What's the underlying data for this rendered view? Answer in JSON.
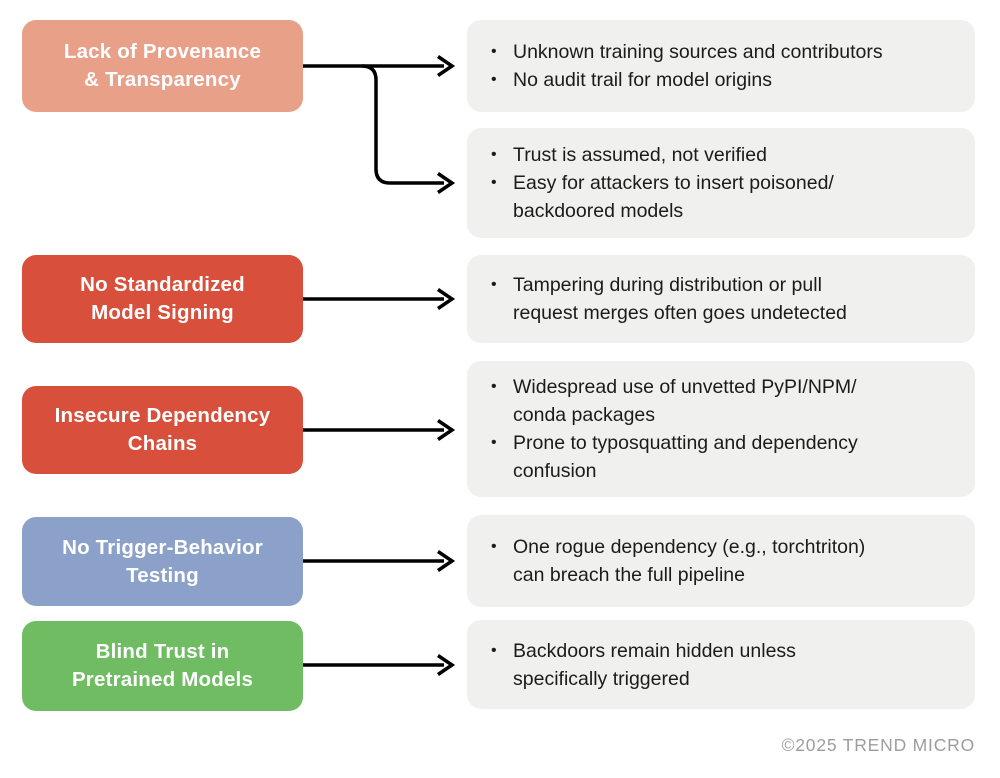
{
  "colors": {
    "salmon": "#E9A089",
    "red": "#D8503C",
    "blue": "#8CA1CA",
    "green": "#6FBC63",
    "panel_gray": "#F0F0EF",
    "arrow": "#000000",
    "body_text": "#1B1B1B",
    "title_text": "#FFFFFF",
    "footer_text": "#9D9D9D"
  },
  "ui": {
    "bullet": "•"
  },
  "left_boxes": [
    {
      "label": "Lack of Provenance\n& Transparency",
      "color": "#E9A089"
    },
    {
      "label": "No Standardized\nModel Signing",
      "color": "#D8503C"
    },
    {
      "label": "Insecure Dependency\nChains",
      "color": "#D8503C"
    },
    {
      "label": "No Trigger-Behavior\nTesting",
      "color": "#8CA1CA"
    },
    {
      "label": "Blind Trust in\nPretrained Models",
      "color": "#6FBC63"
    }
  ],
  "right_boxes": [
    {
      "bullets": [
        "Unknown training sources and contributors",
        "No audit trail for model origins"
      ]
    },
    {
      "bullets": [
        "Trust is assumed, not verified",
        "Easy for attackers to insert poisoned/\nbackdoored models"
      ]
    },
    {
      "bullets": [
        "Tampering during distribution or pull\nrequest merges often goes undetected"
      ]
    },
    {
      "bullets": [
        "Widespread use of unvetted PyPI/NPM/\nconda packages",
        "Prone to typosquatting and dependency\nconfusion"
      ]
    },
    {
      "bullets": [
        "One rogue dependency (e.g., torchtriton)\ncan breach the full pipeline"
      ]
    },
    {
      "bullets": [
        "Backdoors remain hidden unless\nspecifically triggered"
      ]
    }
  ],
  "footer": {
    "text": "©2025 TREND MICRO"
  }
}
